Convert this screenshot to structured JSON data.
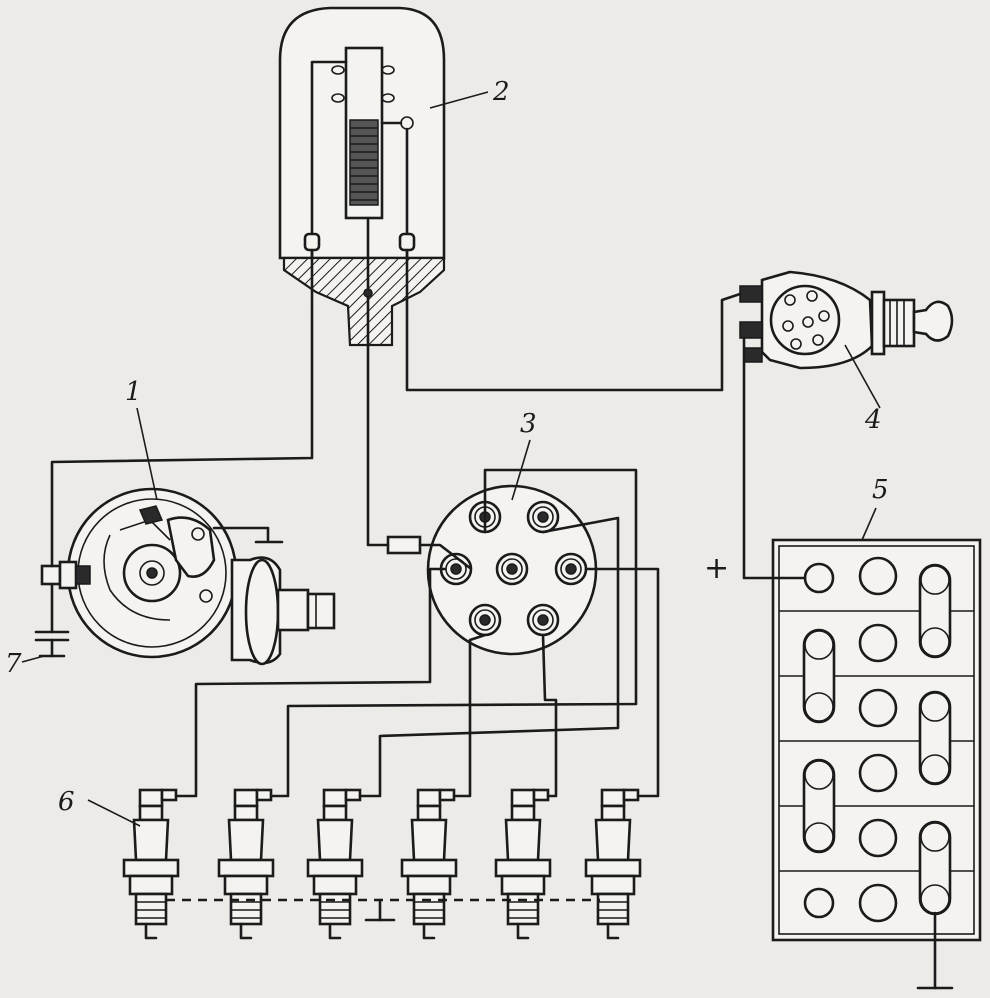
{
  "labels": {
    "distributor": "1",
    "ignition_coil": "2",
    "distributor_cap": "3",
    "ignition_switch": "4",
    "battery": "5",
    "spark_plug": "6",
    "capacitor": "7"
  },
  "symbols": {
    "battery_plus": "+",
    "ground": "⊥"
  },
  "spark_plug_count": 6,
  "battery_cell_rows": 6
}
